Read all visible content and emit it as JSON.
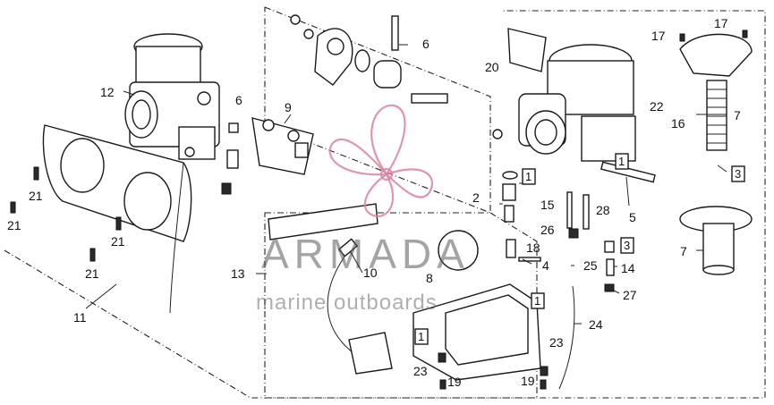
{
  "diagram": {
    "labels": {
      "l1": "1",
      "l2": "2",
      "l3": "3",
      "l4": "4",
      "l5": "5",
      "l6": "6",
      "l7": "7",
      "l8": "8",
      "l9": "9",
      "l10": "10",
      "l11": "11",
      "l12": "12",
      "l13": "13",
      "l14": "14",
      "l15": "15",
      "l16": "16",
      "l17": "17",
      "l18": "18",
      "l19": "19",
      "l20": "20",
      "l21": "21",
      "l22": "22",
      "l23": "23",
      "l24": "24",
      "l25": "25",
      "l26": "26",
      "l27": "27",
      "l28": "28"
    },
    "boxes": {
      "b1": "1",
      "b3": "3"
    }
  },
  "watermark": {
    "brand": "ARMADA",
    "tagline": "marine outboards",
    "color": "#d9849f"
  }
}
